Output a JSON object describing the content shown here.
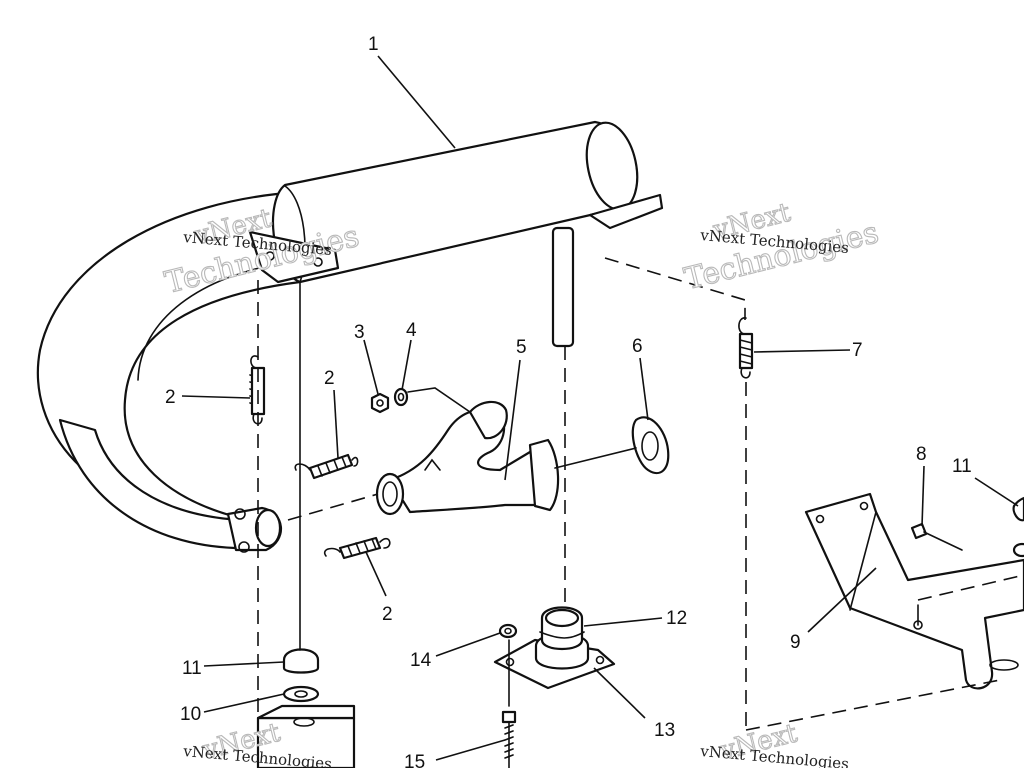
{
  "callouts": [
    {
      "id": "c1",
      "text": "1"
    },
    {
      "id": "c2a",
      "text": "2"
    },
    {
      "id": "c2b",
      "text": "2"
    },
    {
      "id": "c2c",
      "text": "2"
    },
    {
      "id": "c3",
      "text": "3"
    },
    {
      "id": "c4",
      "text": "4"
    },
    {
      "id": "c5",
      "text": "5"
    },
    {
      "id": "c6",
      "text": "6"
    },
    {
      "id": "c7",
      "text": "7"
    },
    {
      "id": "c8",
      "text": "8"
    },
    {
      "id": "c9",
      "text": "9"
    },
    {
      "id": "c10",
      "text": "10"
    },
    {
      "id": "c11a",
      "text": "11"
    },
    {
      "id": "c11b",
      "text": "11"
    },
    {
      "id": "c12",
      "text": "12"
    },
    {
      "id": "c13",
      "text": "13"
    },
    {
      "id": "c14",
      "text": "14"
    },
    {
      "id": "c15",
      "text": "15"
    }
  ],
  "watermark": {
    "line1": "vNext",
    "line2": "Technologies",
    "caption": "vNext Technologies"
  },
  "colors": {
    "ink": "#111111",
    "background": "#ffffff",
    "watermark": "#b9b9b9"
  }
}
